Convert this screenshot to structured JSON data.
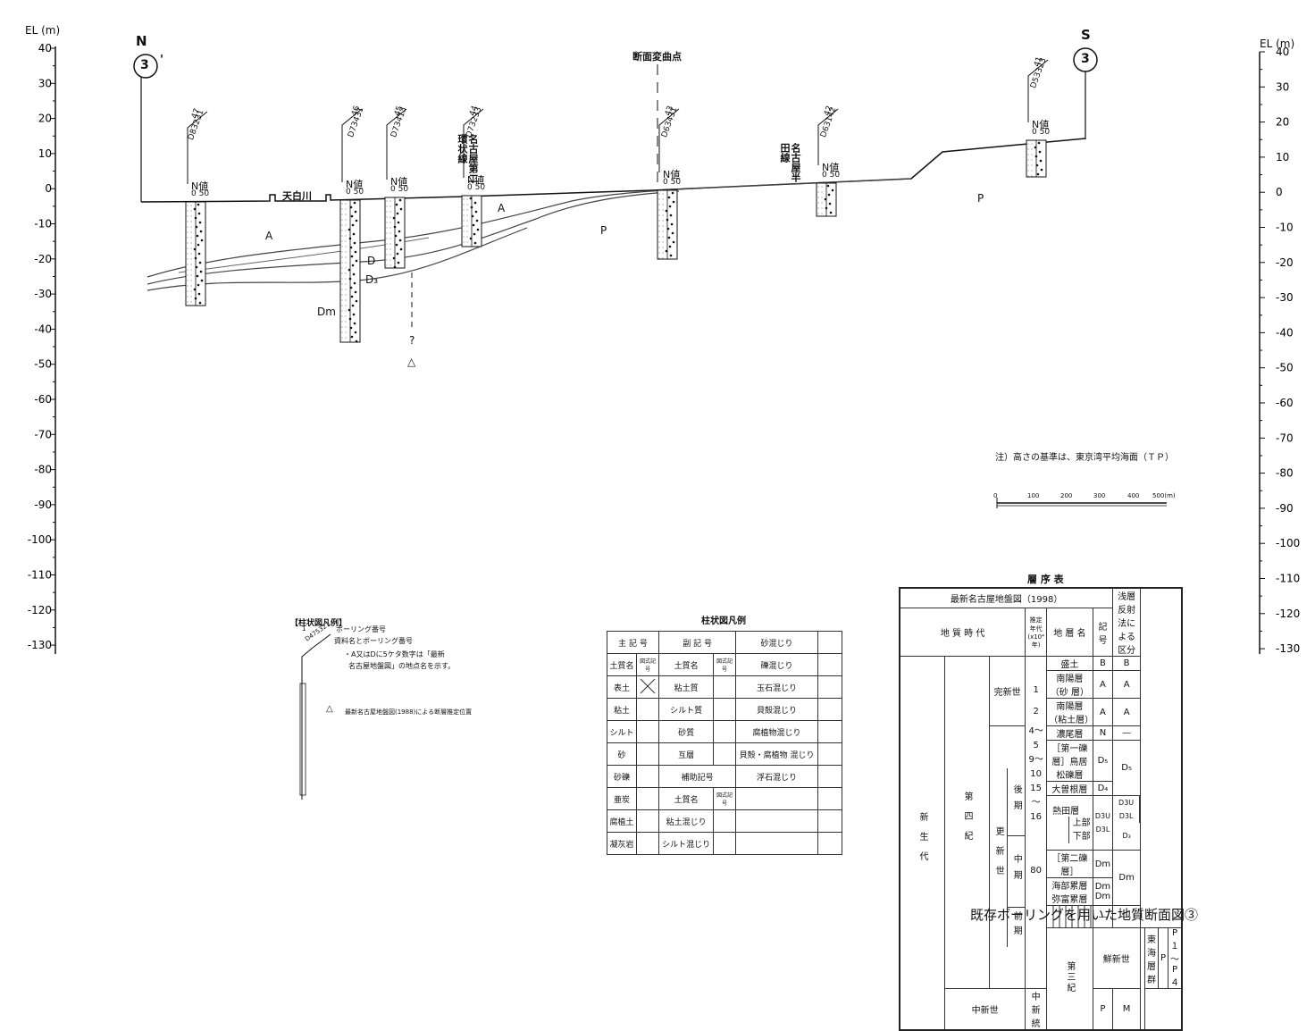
{
  "axis": {
    "left_title": "EL (m)",
    "right_title": "EL (m)",
    "left_ticks": [
      "40",
      "30",
      "20",
      "10",
      "0",
      "-10",
      "-20",
      "-30",
      "-40",
      "-50",
      "-60",
      "-70",
      "-80",
      "-90",
      "-100",
      "-110",
      "-120",
      "-130"
    ],
    "right_ticks": [
      "40",
      "30",
      "20",
      "10",
      "0",
      "-10",
      "-20",
      "-30",
      "-40",
      "-50",
      "-60",
      "-70",
      "-80",
      "-90",
      "-100",
      "-110",
      "-120",
      "-130"
    ]
  },
  "section": {
    "north_label": "N",
    "north_marker": "3",
    "north_prime": "'",
    "south_label": "S",
    "south_marker": "3",
    "inflection_label": "断面変曲点",
    "river_label": "天白川",
    "road1_label": "名古屋第二環状線",
    "road2_label": "名古屋半田線",
    "layer_labels": [
      {
        "id": "a1",
        "text": "A"
      },
      {
        "id": "a2",
        "text": "A"
      },
      {
        "id": "p1",
        "text": "P"
      },
      {
        "id": "p2",
        "text": "P"
      },
      {
        "id": "d",
        "text": "D"
      },
      {
        "id": "d3",
        "text": "D₃"
      },
      {
        "id": "dm",
        "text": "Dm"
      }
    ],
    "question_mark": "?",
    "fault_marker": "△",
    "boreholes": [
      {
        "num": "47",
        "code": "D83231",
        "n_label": "N値",
        "n_scale": "0 50"
      },
      {
        "num": "46",
        "code": "D73431",
        "n_label": "N値",
        "n_scale": "0 50"
      },
      {
        "num": "45",
        "code": "D73413",
        "n_label": "N値",
        "n_scale": "0 50"
      },
      {
        "num": "44",
        "code": "D73233",
        "n_label": "N値",
        "n_scale": "0 50"
      },
      {
        "num": "43",
        "code": "D63431",
        "n_label": "N値",
        "n_scale": "0 50"
      },
      {
        "num": "42",
        "code": "D63142",
        "n_label": "N値",
        "n_scale": "0 50"
      },
      {
        "num": "41",
        "code": "D53323",
        "n_label": "N値",
        "n_scale": "0 50"
      }
    ]
  },
  "note": "注）高さの基準は、東京湾平均海面（ＴＰ）",
  "scale_bar": {
    "ticks": [
      "0",
      "100",
      "200",
      "300",
      "400",
      "500(m)"
    ]
  },
  "column_legend": {
    "title": "【柱状図凡例】",
    "sample_num": "1",
    "sample_code": "D475321",
    "line1": "ボーリング番号",
    "line2": "資料名とボーリング番号",
    "note_line1": "・A又はDに5ケタ数字は「最新",
    "note_line2": "名古屋地盤図」の地点名を示す。",
    "fault_symbol": "△",
    "fault_note": "最新名古屋地盤図(1988)による断層推定位置"
  },
  "legend_table": {
    "title": "柱状図凡例",
    "header_main": "主 記 号",
    "header_sub": "副 記 号",
    "soil_name": "土質名",
    "symbol": "図式記号",
    "main": [
      "表土",
      "粘土",
      "シルト",
      "砂",
      "砂礫",
      "亜炭",
      "腐植土",
      "凝灰岩"
    ],
    "sub": [
      "粘土質",
      "シルト質",
      "砂質",
      "互層"
    ],
    "aux_header": "補助記号",
    "aux_soil": "土質名",
    "aux_symbol": "図式記号",
    "aux": [
      "粘土混じり",
      "シルト混じり"
    ],
    "mix": [
      "砂混じり",
      "礫混じり",
      "玉石混じり",
      "貝殻混じり",
      "腐植物混じり",
      "貝殻・腐植物 混じり",
      "浮石混じり"
    ]
  },
  "strat_table": {
    "title": "層 序 表",
    "source": "最新名古屋地盤図（1998）",
    "col_era": "地 質 時 代",
    "col_age": "推定年代 (x10⁴ 年)",
    "col_layer": "地 層 名",
    "col_code": "記号",
    "col_seismic": "浅層反射法による区分",
    "era": "新生代",
    "period4": "第四紀",
    "period3": "第三紀",
    "epoch_holo": "完新世",
    "epoch_pleist": "更新世",
    "late": "後期",
    "mid": "中期",
    "early": "前期",
    "pliocene": "鮮新世",
    "miocene": "中新世",
    "ages": [
      "1",
      "2",
      "4～5",
      "9～10",
      "15～16",
      "80"
    ],
    "rows": [
      {
        "name": "盛土",
        "code": "B",
        "seis": "B"
      },
      {
        "name": "南陽層（砂 層）",
        "code": "A",
        "seis": "A"
      },
      {
        "name": "南陽層（粘土層）",
        "code": "A",
        "seis": "A"
      },
      {
        "name": "濃尾層",
        "code": "N",
        "seis": "—"
      },
      {
        "name": "［第一礫層］鳥居松礫層",
        "code": "D₅",
        "seis": "D₅"
      },
      {
        "name": "大曽根層",
        "code": "D₄",
        "seis": ""
      },
      {
        "name": "熱田層",
        "sub1": "上部",
        "code": "D3U",
        "seis": "D3U",
        "seis2": "D₃"
      },
      {
        "name": "",
        "sub1": "下部",
        "code": "D3L",
        "seis": "D3L"
      },
      {
        "name": "［第二礫層］",
        "code": "Dm",
        "seis": ""
      },
      {
        "name": "海部累層 弥富累層",
        "code": "Dm Dm",
        "seis": "Dm"
      },
      {
        "name": "",
        "code": "—",
        "seis": "—"
      },
      {
        "name": "東海層群",
        "code": "P",
        "seis": "P１～P４"
      },
      {
        "name": "中新統",
        "code": "P",
        "seis": "M"
      }
    ]
  },
  "figure_title": "既存ボーリングを用いた地質断面図③"
}
